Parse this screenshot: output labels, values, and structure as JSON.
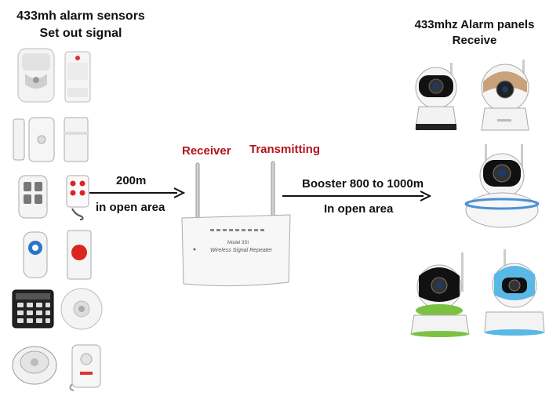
{
  "left_heading": {
    "line1": "433mh alarm sensors",
    "line2": "Set out signal"
  },
  "right_heading": {
    "line1": "433mhz Alarm panels",
    "line2": "Receive"
  },
  "receiver_label": "Receiver",
  "transmitting_label": "Transmitting",
  "left_link": {
    "distance": "200m",
    "condition": "in open area"
  },
  "right_link": {
    "distance": "Booster 800 to 1000m",
    "condition": "In open area"
  },
  "repeater": {
    "model_text": "Model 3SI",
    "name_text": "Wireless Signal Repeater"
  },
  "colors": {
    "accent_red": "#b3121b",
    "arrow": "#111111",
    "camera_gold": "#c9a27a",
    "camera_blue_ring": "#4a90d9",
    "camera_green": "#7cc242",
    "camera_sky": "#59b8e6"
  },
  "icons": [
    "pir-sensor-icon",
    "pir-sensor-icon",
    "door-sensor-icon",
    "door-sensor-icon",
    "remote-control-icon",
    "remote-key-fob-icon",
    "doorbell-button-icon",
    "panic-button-icon",
    "keypad-icon",
    "ceiling-pir-icon",
    "smoke-detector-icon",
    "gas-detector-icon",
    "ip-camera-icon"
  ]
}
